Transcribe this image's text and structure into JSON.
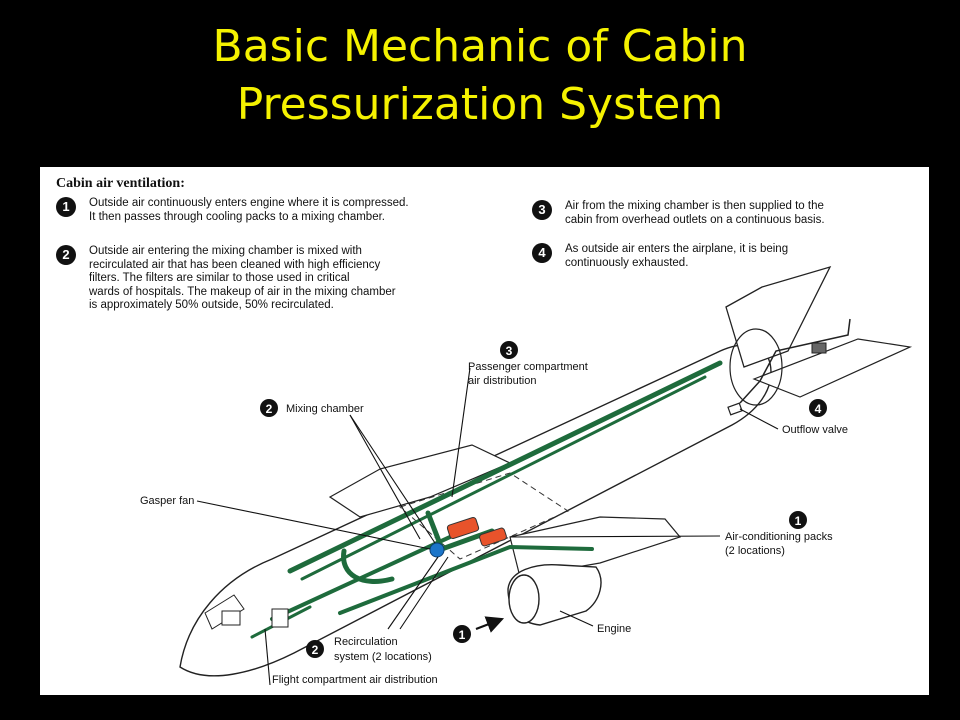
{
  "slide": {
    "title_line1": "Basic Mechanic of Cabin",
    "title_line2": "Pressurization System",
    "accent_color": "#f5f200",
    "background_color": "#000000"
  },
  "diagram": {
    "heading": "Cabin air ventilation:",
    "notes": [
      {
        "num": "1",
        "text": "Outside air continuously enters engine where it is compressed.\nIt then passes through cooling packs to a mixing chamber."
      },
      {
        "num": "2",
        "text": "Outside air entering the mixing chamber is mixed with\nrecirculated air that has been cleaned with high efficiency\nfilters. The filters are similar to those used in critical\nwards of hospitals. The makeup of air in the mixing chamber\nis approximately 50% outside, 50% recirculated."
      },
      {
        "num": "3",
        "text": "Air from the mixing chamber is then supplied to the\ncabin from overhead outlets on a continuous basis."
      },
      {
        "num": "4",
        "text": "As outside air enters the airplane, it is being\ncontinuously exhausted."
      }
    ],
    "callouts": {
      "passenger_num": "3",
      "passenger_line1": "Passenger compartment",
      "passenger_line2": "air distribution",
      "mixing_num": "2",
      "mixing": "Mixing chamber",
      "outflow_num": "4",
      "outflow": "Outflow valve",
      "gasper": "Gasper fan",
      "ac_num": "1",
      "ac_line1": "Air-conditioning packs",
      "ac_line2": "(2 locations)",
      "engine_num": "1",
      "engine": "Engine",
      "recirc_num": "2",
      "recirc_line1": "Recirculation",
      "recirc_line2": "system (2 locations)",
      "flight": "Flight compartment air distribution"
    },
    "colors": {
      "duct": "#1e6b3c",
      "pack": "#e8532b",
      "fan": "#1c75c9"
    }
  }
}
